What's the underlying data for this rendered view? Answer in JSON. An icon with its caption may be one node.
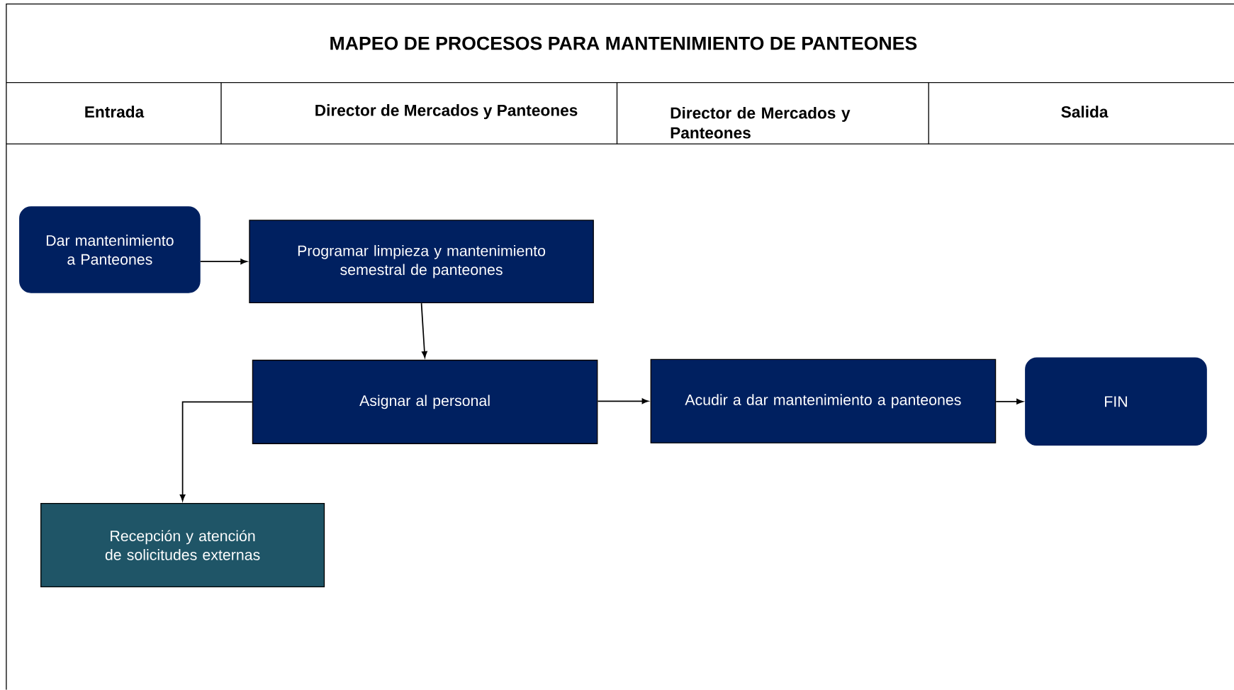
{
  "diagram": {
    "title": "MAPEO DE PROCESOS PARA MANTENIMIENTO DE PANTEONES",
    "nodes": [
      {
        "text": [
          "Dar mantenimiento a Panteones"
        ]
      },
      {
        "text": [
          "Programar limpieza y mantenimiento semestral de panteones"
        ]
      },
      {
        "text": [
          "Asignar al personal"
        ]
      },
      {
        "text": [
          "Acudir a dar mantenimiento a panteones"
        ]
      },
      {
        "text": [
          "FIN"
        ]
      },
      {
        "text": [
          "Recepción y atención de solicitudes externas"
        ]
      }
    ],
    "edges": [
      {
        "from": 0,
        "to": 1,
        "arrow": "to"
      },
      {
        "from": 1,
        "to": 2,
        "arrow": "to"
      },
      {
        "from": 2,
        "to": 3,
        "arrow": "to"
      },
      {
        "from": 3,
        "to": 4,
        "arrow": "to"
      },
      {
        "from": 2,
        "to": 5,
        "arrow": "to"
      }
    ],
    "labels": [
      "Entrada",
      "Director de Mercados y Panteones",
      "Director de Mercados y Panteones",
      "Salida"
    ]
  }
}
